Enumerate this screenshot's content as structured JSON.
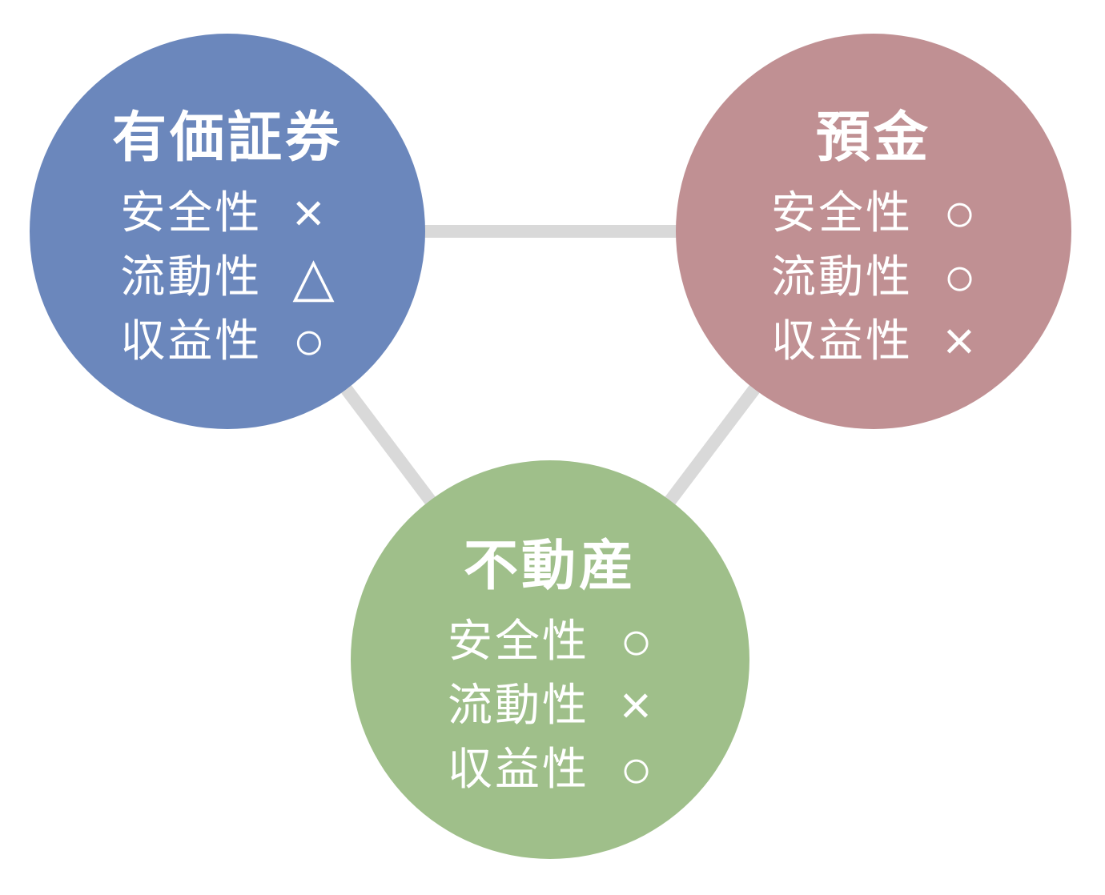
{
  "diagram": {
    "description": "Asset type comparison diagram",
    "text_color": "#ffffff",
    "connector_color": "#d9d9d9",
    "nodes": [
      {
        "id": "securities",
        "title": "有価証券",
        "color": "#6b87bc",
        "attributes": [
          {
            "label": "安全性",
            "rating": "×"
          },
          {
            "label": "流動性",
            "rating": "△"
          },
          {
            "label": "収益性",
            "rating": "○"
          }
        ]
      },
      {
        "id": "deposit",
        "title": "預金",
        "color": "#c09093",
        "attributes": [
          {
            "label": "安全性",
            "rating": "○"
          },
          {
            "label": "流動性",
            "rating": "○"
          },
          {
            "label": "収益性",
            "rating": "×"
          }
        ]
      },
      {
        "id": "realestate",
        "title": "不動産",
        "color": "#9fbf8a",
        "attributes": [
          {
            "label": "安全性",
            "rating": "○"
          },
          {
            "label": "流動性",
            "rating": "×"
          },
          {
            "label": "収益性",
            "rating": "○"
          }
        ]
      }
    ]
  }
}
